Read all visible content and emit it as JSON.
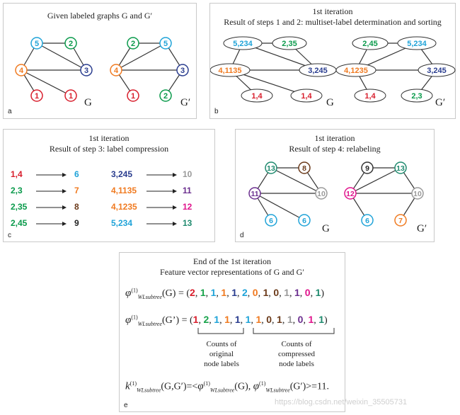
{
  "colors": {
    "red": "#d81e2c",
    "green": "#0a9a4b",
    "teal": "#1f8a6e",
    "blue": "#2a3d8f",
    "cyan": "#1fa3d8",
    "orange": "#f07a20",
    "gray": "#9a9a9a",
    "purple": "#6b2f8f",
    "magenta": "#e0148c",
    "brown": "#6b3a1a",
    "ltgreen": "#17a34a"
  },
  "panel_a": {
    "title": "Given labeled graphs G and G′",
    "letter": "a",
    "g1": "G",
    "g2": "G′",
    "labels_g": [
      "5",
      "2",
      "4",
      "3",
      "1",
      "1"
    ],
    "labels_gp": [
      "2",
      "5",
      "4",
      "3",
      "1",
      "2"
    ]
  },
  "panel_b": {
    "title1": "1st iteration",
    "title2": "Result of steps 1 and 2: multiset-label determination and sorting",
    "letter": "b",
    "g1": "G",
    "g2": "G′",
    "labels_g": [
      "5,234",
      "2,35",
      "4,1135",
      "3,245",
      "1,4",
      "1,4"
    ],
    "labels_gp": [
      "2,45",
      "5,234",
      "4,1235",
      "3,245",
      "1,4",
      "2,3"
    ]
  },
  "panel_c": {
    "title1": "1st iteration",
    "title2": "Result of step 3: label compression",
    "letter": "c",
    "left": [
      {
        "from": "1,4",
        "to": "6"
      },
      {
        "from": "2,3",
        "to": "7"
      },
      {
        "from": "2,35",
        "to": "8"
      },
      {
        "from": "2,45",
        "to": "9"
      }
    ],
    "right": [
      {
        "from": "3,245",
        "to": "10"
      },
      {
        "from": "4,1135",
        "to": "11"
      },
      {
        "from": "4,1235",
        "to": "12"
      },
      {
        "from": "5,234",
        "to": "13"
      }
    ]
  },
  "panel_d": {
    "title1": "1st iteration",
    "title2": "Result of step 4: relabeling",
    "letter": "d",
    "g1": "G",
    "g2": "G′",
    "labels_g": [
      "13",
      "8",
      "11",
      "10",
      "6",
      "6"
    ],
    "labels_gp": [
      "9",
      "13",
      "12",
      "10",
      "6",
      "7"
    ]
  },
  "panel_e": {
    "title1": "End of  the 1st iteration",
    "title2": "Feature vector representations of G and G′",
    "letter": "e",
    "phi": "φ",
    "sup": "(1)",
    "sub": "WLsubtree",
    "arg_g": "(G) = (",
    "arg_gp": "(G’) = (",
    "close": ")",
    "vec_g": [
      "2",
      "1",
      "1",
      "1",
      "1",
      "2",
      "0",
      "1",
      "0",
      "1",
      "1",
      "0",
      "1"
    ],
    "vec_gp": [
      "1",
      "2",
      "1",
      "1",
      "1",
      "1",
      "1",
      "0",
      "1",
      "1",
      "0",
      "1",
      "1"
    ],
    "counts_orig": [
      "Counts of",
      "original",
      "node labels"
    ],
    "counts_comp": [
      "Counts of",
      "compressed",
      "node labels"
    ],
    "kernel_k": "k",
    "kernel_mid": "(G,G′)=<",
    "kernel_arg1": "(G), ",
    "kernel_arg2": "(G′)>=11."
  },
  "watermark": "https://blog.csdn.net/weixin_35505731"
}
